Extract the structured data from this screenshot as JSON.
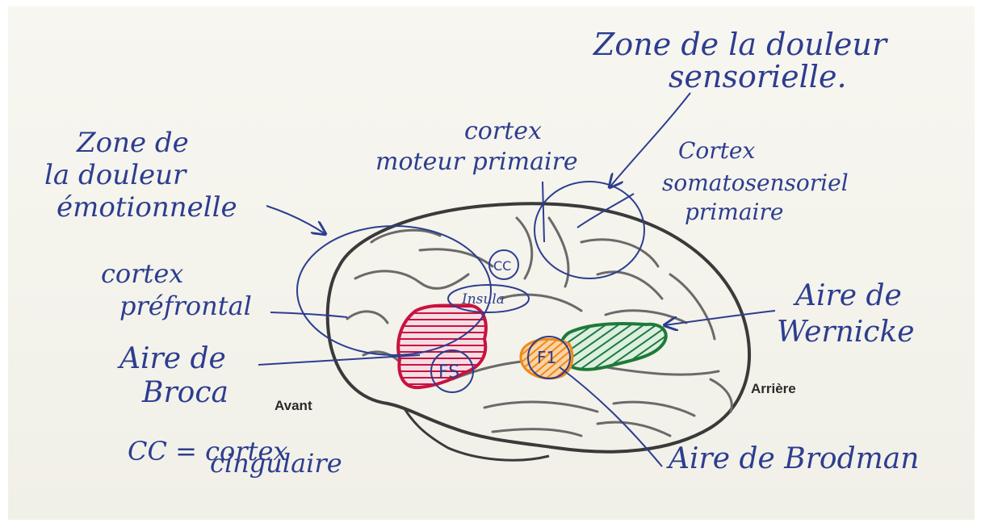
{
  "labels": {
    "zone_douleur_sensorielle": [
      "Zone de la douleur",
      "sensorielle."
    ],
    "cortex_moteur": [
      "cortex",
      "moteur primaire"
    ],
    "zone_douleur_emotionnelle": [
      "Zone de",
      "la douleur",
      "émotionnelle"
    ],
    "cortex_somatosensoriel": [
      "Cortex",
      "somatosensoriel",
      "primaire"
    ],
    "cortex_prefrontal": [
      "cortex",
      "préfrontal"
    ],
    "aire_wernicke": [
      "Aire de",
      "Wernicke"
    ],
    "aire_broca": [
      "Aire de",
      "Broca"
    ],
    "aire_brodman": "Aire de Brodman",
    "cc_legend": [
      "CC = cortex",
      "cingulaire"
    ],
    "avant": "Avant",
    "arriere": "Arrière"
  },
  "regions": {
    "cc": "CC",
    "insula": "Insula",
    "fs": "FS",
    "f1": "F1"
  },
  "colors": {
    "ink": "#2d3d8f",
    "pencil": "#3a3a3a",
    "broca": "#c8123f",
    "brodman": "#ee8a1a",
    "wernicke": "#1e7a3a"
  }
}
